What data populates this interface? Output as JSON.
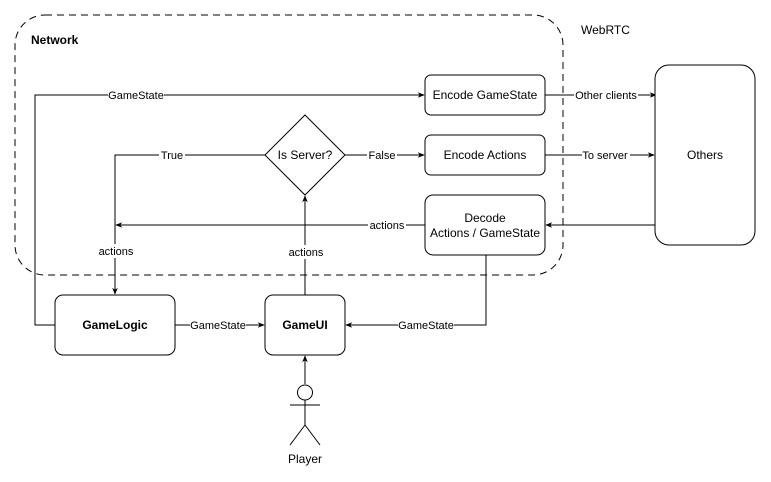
{
  "diagram": {
    "groups": {
      "network": "Network",
      "webrtc": "WebRTC"
    },
    "nodes": {
      "encode_gamestate": "Encode GameState",
      "encode_actions": "Encode Actions",
      "decode_line1": "Decode",
      "decode_line2": "Actions / GameState",
      "is_server": "Is Server?",
      "others": "Others",
      "gamelogic": "GameLogic",
      "gameui": "GameUI",
      "player": "Player"
    },
    "edges": {
      "gamestate_to_encode": "GameState",
      "other_clients": "Other clients",
      "to_server": "To server",
      "true_branch": "True",
      "false_branch": "False",
      "decode_actions": "actions",
      "actions_to_logic": "actions",
      "actions_from_ui": "actions",
      "logic_to_ui": "GameState",
      "decode_to_ui": "GameState"
    }
  }
}
